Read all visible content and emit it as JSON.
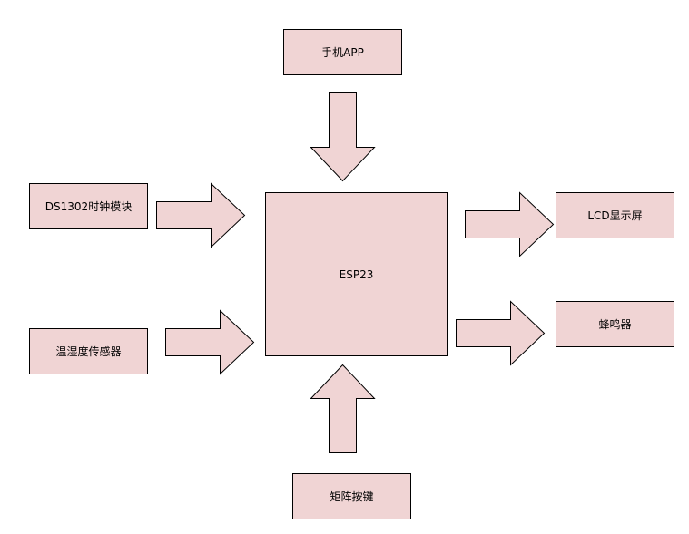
{
  "diagram": {
    "colors": {
      "box_fill": "#f0d4d4",
      "stroke": "#000000",
      "text": "#000000"
    },
    "center": {
      "label": "ESP23"
    },
    "inputs": {
      "app": {
        "label": "手机APP"
      },
      "clock": {
        "label": "DS1302时钟模块"
      },
      "sensor": {
        "label": "温湿度传感器"
      },
      "keypad": {
        "label": "矩阵按键"
      }
    },
    "outputs": {
      "lcd": {
        "label": "LCD显示屏"
      },
      "buzzer": {
        "label": "蜂鸣器"
      }
    },
    "connections": [
      {
        "from": "手机APP",
        "to": "ESP23"
      },
      {
        "from": "DS1302时钟模块",
        "to": "ESP23"
      },
      {
        "from": "温湿度传感器",
        "to": "ESP23"
      },
      {
        "from": "矩阵按键",
        "to": "ESP23"
      },
      {
        "from": "ESP23",
        "to": "LCD显示屏"
      },
      {
        "from": "ESP23",
        "to": "蜂鸣器"
      }
    ]
  }
}
